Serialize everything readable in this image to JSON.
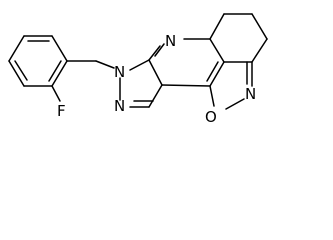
{
  "structure": {
    "atoms": {
      "fluorine": "F",
      "ring_nitrogen_top": "N",
      "pyrazole_n1": "N",
      "pyrazole_n2": "N",
      "isoxazole_oxygen": "O",
      "isoxazole_nitrogen": "N"
    },
    "colors": {
      "bond": "#000000",
      "label": "#000000",
      "background": "#ffffff"
    }
  }
}
